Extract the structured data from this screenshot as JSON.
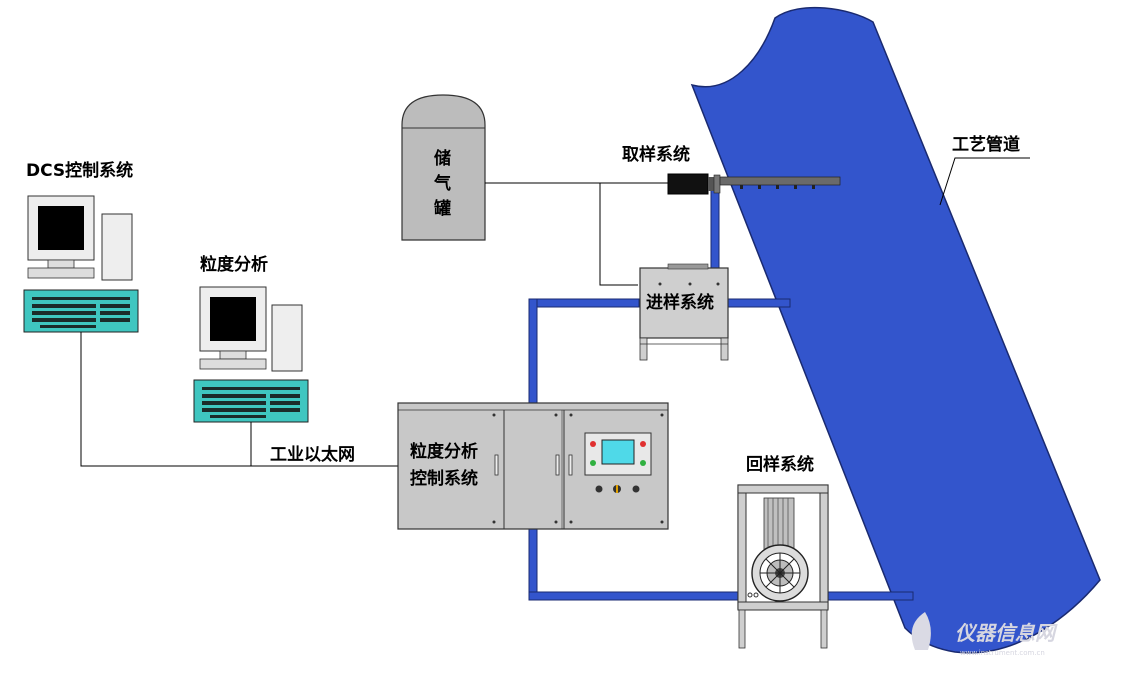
{
  "labels": {
    "dcs": "DCS控制系统",
    "particle_analysis": "粒度分析",
    "ethernet": "工业以太网",
    "sampling": "取样系统",
    "feed": "进样系统",
    "process_pipe": "工艺管道",
    "return": "回样系统",
    "controller_line1": "粒度分析",
    "controller_line2": "控制系统",
    "tank_chars": [
      "储",
      "气",
      "罐"
    ]
  },
  "watermark": {
    "text": "仪器信息网",
    "sub": "www.instrument.com.cn"
  },
  "colors": {
    "pipe_blue": "#3355cc",
    "cabinet_gray": "#c8c8c8",
    "tank_gray": "#bcbcbc",
    "keyboard_teal": "#3fc6c0",
    "screen_black": "#000000",
    "lcd_cyan": "#4fd9e8",
    "led_red": "#e03030",
    "led_green": "#30b040"
  }
}
